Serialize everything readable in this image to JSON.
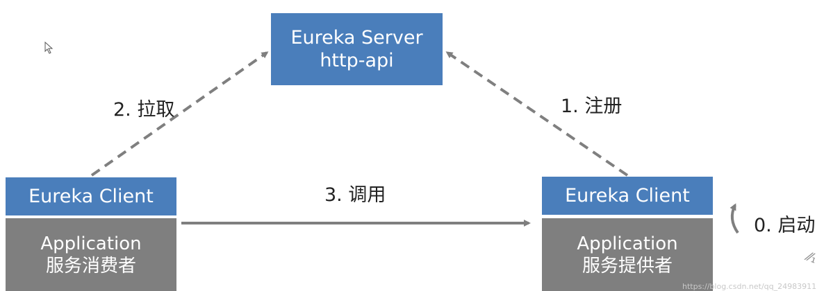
{
  "server": {
    "line1": "Eureka Server",
    "line2": "http-api"
  },
  "consumer": {
    "client_label": "Eureka Client",
    "app_line1": "Application",
    "app_line2": "服务消费者"
  },
  "provider": {
    "client_label": "Eureka Client",
    "app_line1": "Application",
    "app_line2": "服务提供者"
  },
  "edges": {
    "pull": "2. 拉取",
    "register": "1. 注册",
    "call": "3. 调用",
    "start": "0. 启动"
  },
  "watermark": "https://blog.csdn.net/qq_24983911",
  "colors": {
    "box_blue": "#4a7ebb",
    "box_gray": "#7f7f7f",
    "arrow": "#7f7f7f"
  }
}
